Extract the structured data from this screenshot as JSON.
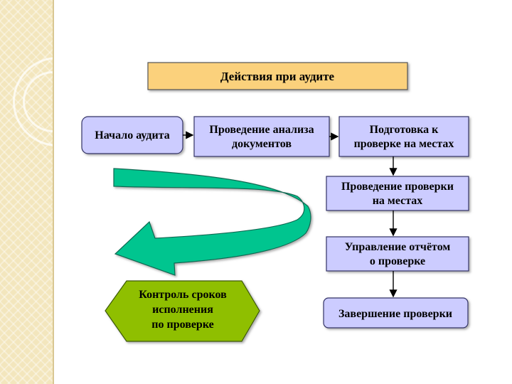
{
  "title": "Действия при аудите",
  "nodes": {
    "start": "Начало аудита",
    "analysis": [
      "Проведение анализа",
      "документов"
    ],
    "prepare": [
      "Подготовка к",
      "проверке на местах"
    ],
    "onsite": [
      "Проведение проверки",
      "на местах"
    ],
    "report": [
      "Управление отчётом",
      "о проверке"
    ],
    "finish": "Завершение проверки",
    "control": [
      "Контроль сроков",
      "исполнения",
      "по проверке"
    ]
  },
  "colors": {
    "box_fill": "#ccccff",
    "box_stroke": "#333366",
    "title_fill": "#fbd17b",
    "hex_fill": "#8fbf00",
    "arrow_fill": "#00c58f"
  }
}
